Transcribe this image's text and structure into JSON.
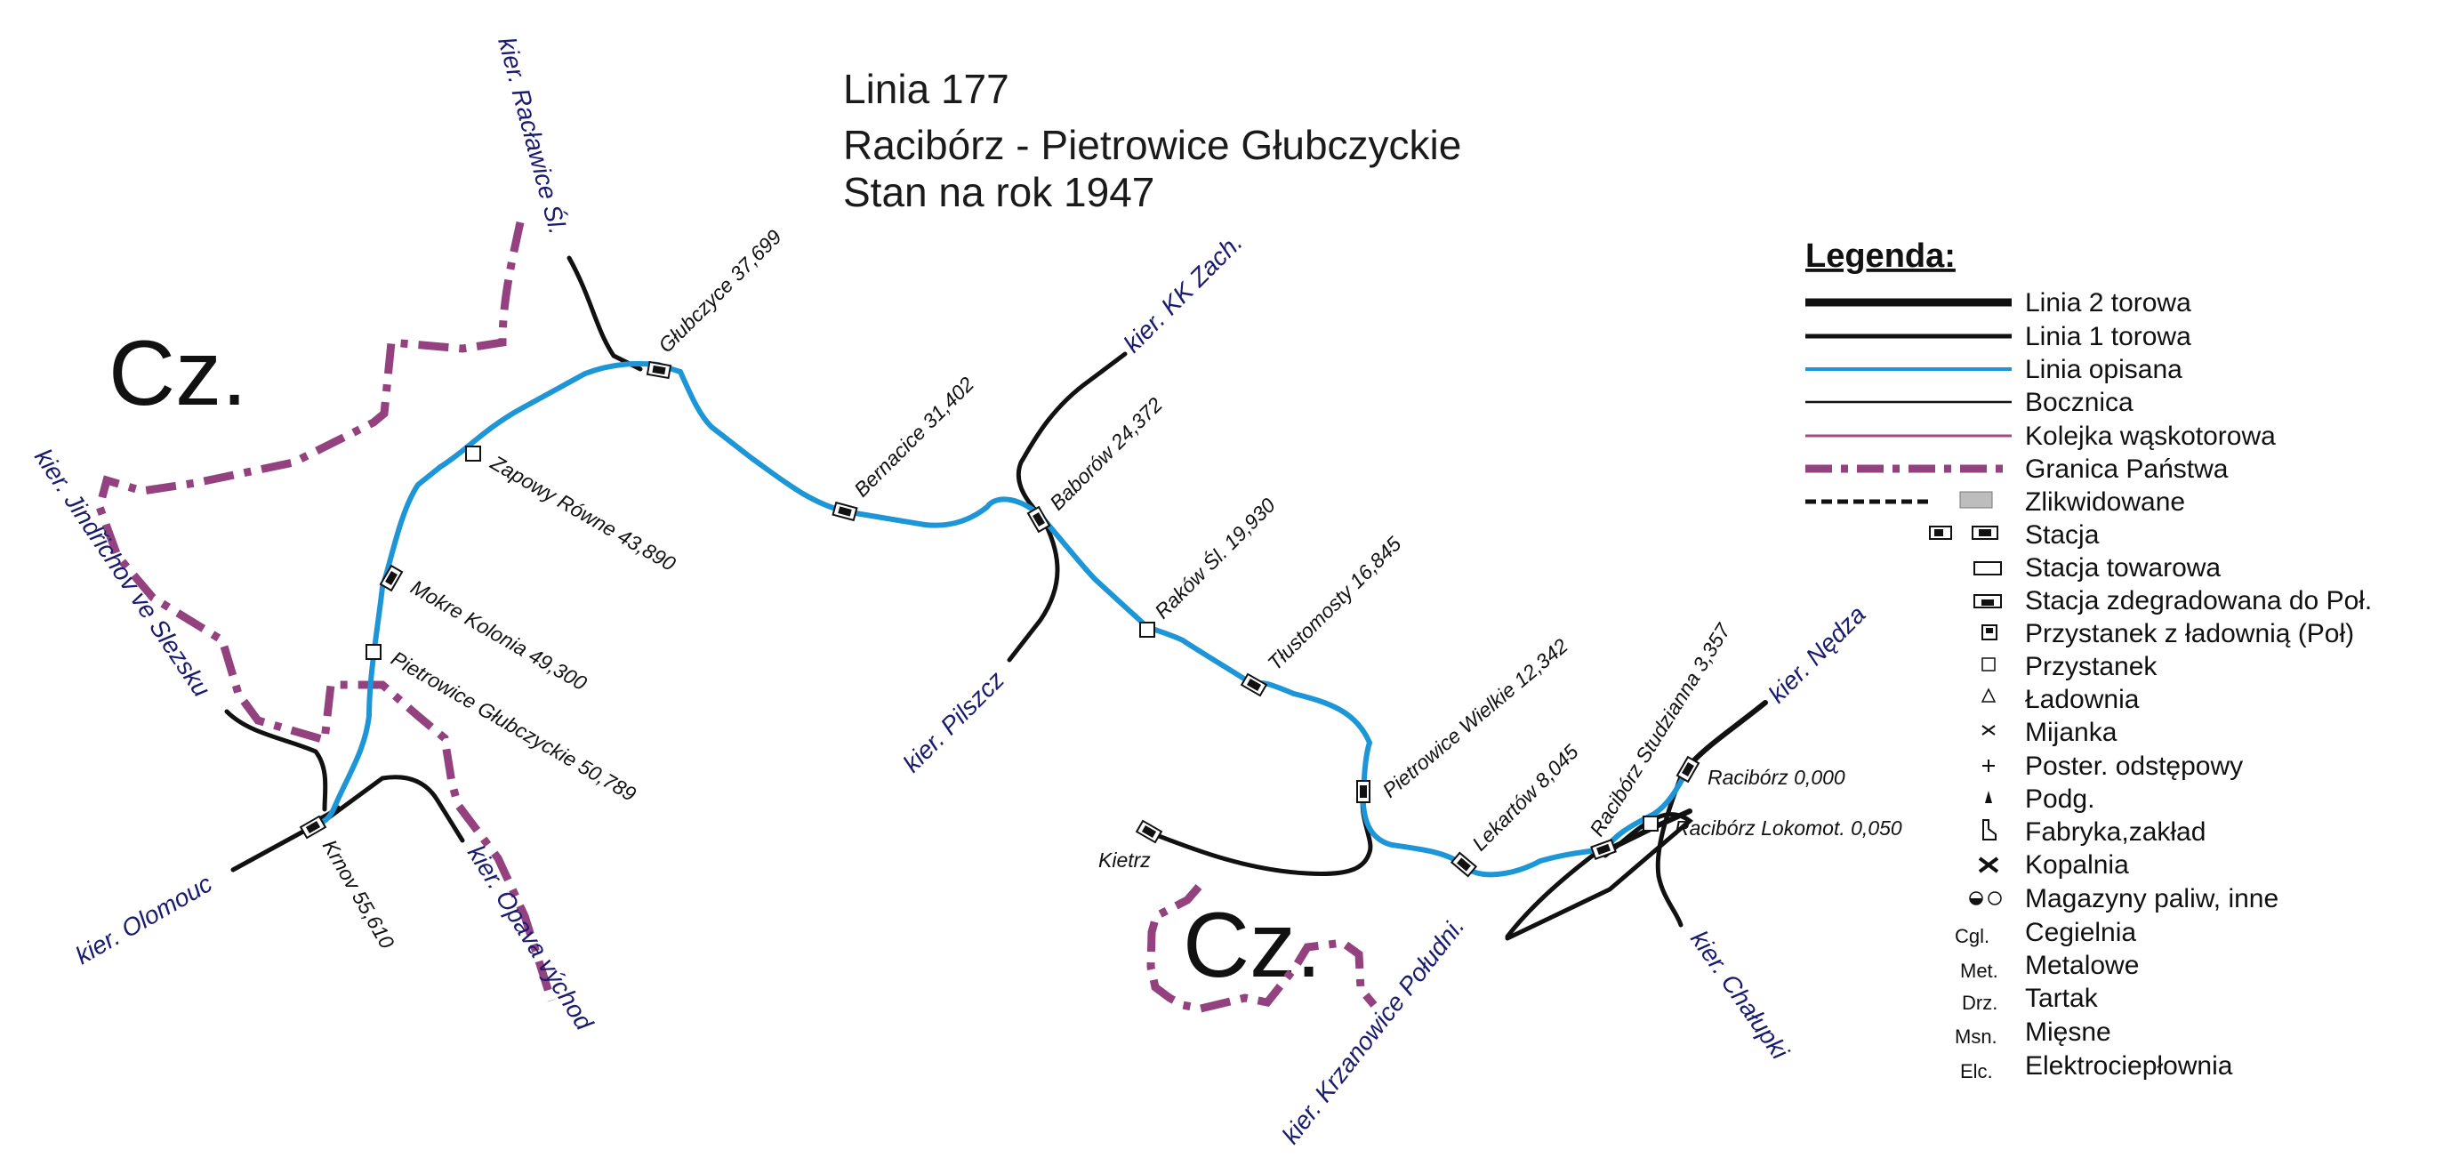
{
  "title": {
    "line1": "Linia 177",
    "line2": "Racibórz - Pietrowice Głubczyckie",
    "line3": "Stan na rok 1947"
  },
  "country": {
    "left": "Cz.",
    "bottom": "Cz."
  },
  "colors": {
    "described_line": "#1d96d8",
    "track": "#111111",
    "border": "#93427f",
    "narrow_gauge": "#a9477e",
    "direction_text": "#1a1a6e"
  },
  "stations": {
    "glubczyce": "Głubczyce 37,699",
    "bernacice": "Bernacice 31,402",
    "baborow": "Baborów 24,372",
    "rakow": "Raków Śl. 19,930",
    "tlustomosty": "Tłustomosty 16,845",
    "pietrowice_wielkie": "Pietrowice Wielkie 12,342",
    "lekartow": "Lekartów 8,045",
    "studzianna": "Racibórz Studzianna 3,357",
    "raciborz": "Racibórz 0,000",
    "raciborz_lokomot": "Racibórz Lokomot. 0,050",
    "zapowy": "Zapowy Równe 43,890",
    "mokre": "Mokre Kolonia 49,300",
    "pietrowice_glubczyckie": "Pietrowice Głubczyckie 50,789",
    "krnov": "Krnov 55,610",
    "kietrz": "Kietrz"
  },
  "directions": {
    "raclawice": "kier. Racławice Śl.",
    "kk_zach": "kier. KK Zach.",
    "pilszcz": "kier. Pilszcz",
    "nedza": "kier. Nędza",
    "chalupki": "kier. Chałupki",
    "krzanowice": "kier. Krzanowice Południ.",
    "jindrichov": "kier. Jindřichov ve Slezsku",
    "olomouc": "kier. Olomouc",
    "opava": "kier. Opava východ"
  },
  "legend": {
    "heading": "Legenda:",
    "items": [
      {
        "label": "Linia 2 torowa",
        "symbol": "double-track-line"
      },
      {
        "label": "Linia 1 torowa",
        "symbol": "single-track-line"
      },
      {
        "label": "Linia opisana",
        "symbol": "described-line"
      },
      {
        "label": "Bocznica",
        "symbol": "siding-line"
      },
      {
        "label": "Kolejka wąskotorowa",
        "symbol": "narrow-gauge-line"
      },
      {
        "label": "Granica Państwa",
        "symbol": "border-line"
      },
      {
        "label": "Zlikwidowane",
        "symbol": "liquidated-line"
      },
      {
        "label": "Stacja",
        "symbol": "station-icon"
      },
      {
        "label": "Stacja towarowa",
        "symbol": "freight-station-icon"
      },
      {
        "label": "Stacja zdegradowana do Poł.",
        "symbol": "degraded-station-icon"
      },
      {
        "label": "Przystanek z ładownią (Poł)",
        "symbol": "stop-with-loading-icon"
      },
      {
        "label": "Przystanek",
        "symbol": "stop-icon"
      },
      {
        "label": "Ładownia",
        "symbol": "loading-point-icon"
      },
      {
        "label": "Mijanka",
        "symbol": "passing-loop-icon"
      },
      {
        "label": "Poster. odstępowy",
        "symbol": "block-post-icon"
      },
      {
        "label": "Podg.",
        "symbol": "sub-station-icon"
      },
      {
        "label": "Fabryka,zakład",
        "symbol": "factory-icon"
      },
      {
        "label": "Kopalnia",
        "symbol": "mine-icon"
      },
      {
        "label": "Magazyny paliw, inne",
        "symbol": "fuel-depot-icon"
      },
      {
        "label": "Cegielnia",
        "abbr": "Cgl."
      },
      {
        "label": "Metalowe",
        "abbr": "Met."
      },
      {
        "label": "Tartak",
        "abbr": "Drz."
      },
      {
        "label": "Mięsne",
        "abbr": "Msn."
      },
      {
        "label": "Elektrociepłownia",
        "abbr": "Elc."
      }
    ]
  }
}
